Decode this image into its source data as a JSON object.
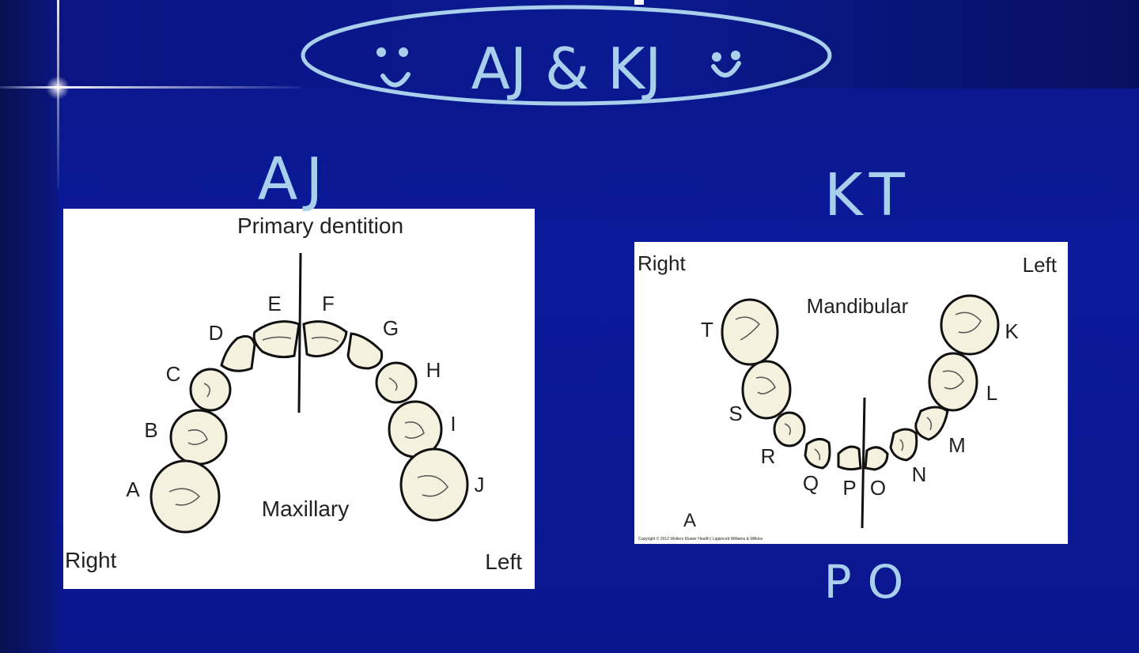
{
  "slide": {
    "title": "AJ & KJ",
    "left_heading": "AJ",
    "right_heading": "KT",
    "right_footer": "PO"
  },
  "maxillary_chart": {
    "title": "Primary dentition",
    "arch_label": "Maxillary",
    "side_right": "Right",
    "side_left": "Left",
    "teeth": [
      "A",
      "B",
      "C",
      "D",
      "E",
      "F",
      "G",
      "H",
      "I",
      "J"
    ]
  },
  "mandibular_chart": {
    "arch_label": "Mandibular",
    "side_right": "Right",
    "side_left": "Left",
    "teeth": [
      "K",
      "L",
      "M",
      "N",
      "O",
      "P",
      "Q",
      "R",
      "S",
      "T"
    ],
    "corner_label": "A",
    "copyright": "Copyright © 2012 Wolters Kluwer Health | Lippincott Williams & Wilkins"
  },
  "colors": {
    "background": "#0b1a9a",
    "handwriting": "#a8d0ec",
    "tooth_fill": "#f4f1de",
    "panel": "#ffffff"
  }
}
